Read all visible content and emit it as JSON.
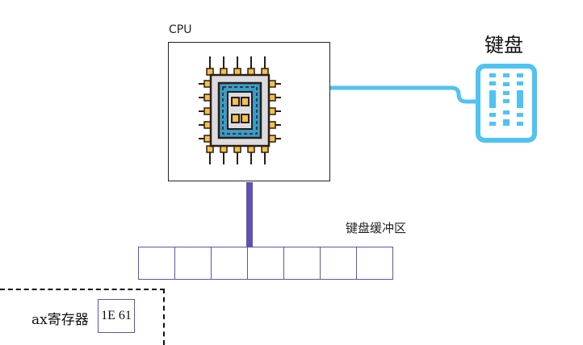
{
  "cpu": {
    "label": "CPU"
  },
  "keyboard": {
    "label": "键盘"
  },
  "buffer": {
    "label": "键盘缓冲区",
    "cells": [
      "",
      "",
      "",
      "",
      "",
      "",
      ""
    ]
  },
  "register": {
    "label": "ax寄存器",
    "value": "1E 61"
  },
  "colors": {
    "cable": "#4fc3f1",
    "bus": "#5f52ad",
    "chip_core": "#3a9cc8",
    "chip_pad": "#f2c14e"
  }
}
